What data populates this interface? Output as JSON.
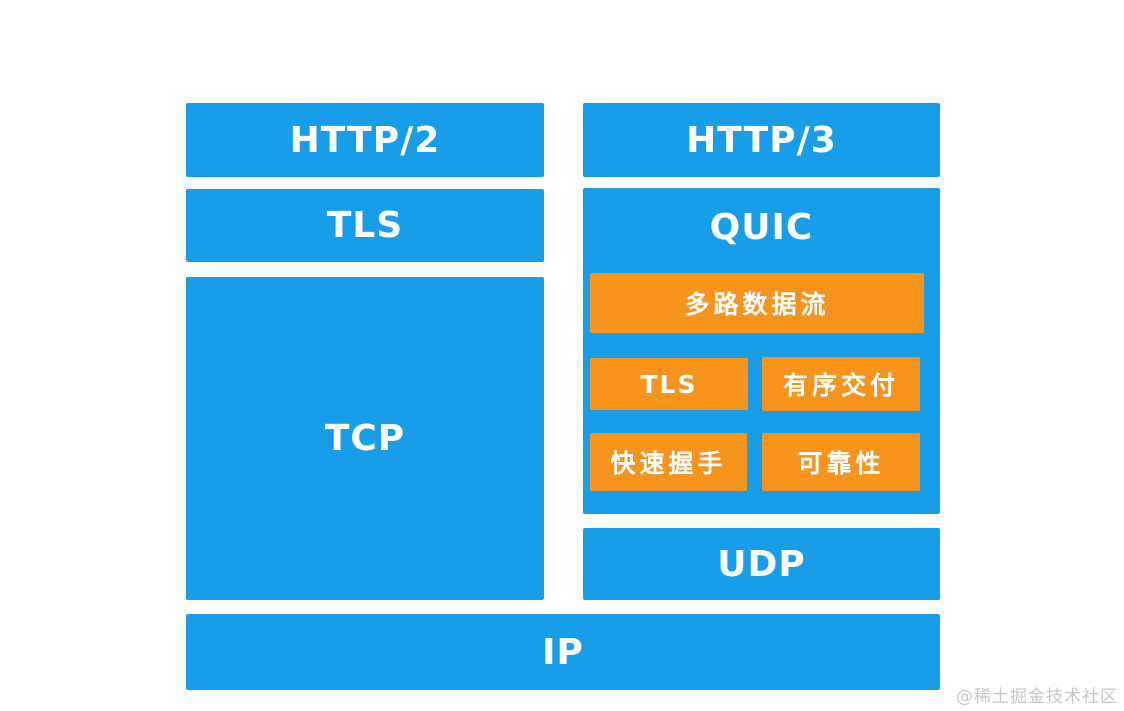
{
  "diagram": {
    "colors": {
      "block_blue": "#189ee9",
      "feature_orange": "#f7941e",
      "text_white": "#ffffff",
      "watermark_gray": "#c7c7c7",
      "background": "#ffffff"
    },
    "left_stack": {
      "http2_label": "HTTP/2",
      "tls_label": "TLS",
      "tcp_label": "TCP"
    },
    "right_stack": {
      "http3_label": "HTTP/3",
      "quic_label": "QUIC",
      "udp_label": "UDP",
      "quic_features": {
        "multiplex": "多路数据流",
        "tls": "TLS",
        "ordered_delivery": "有序交付",
        "fast_handshake": "快速握手",
        "reliability": "可靠性"
      }
    },
    "bottom": {
      "ip_label": "IP"
    },
    "watermark": "@稀土掘金技术社区"
  }
}
